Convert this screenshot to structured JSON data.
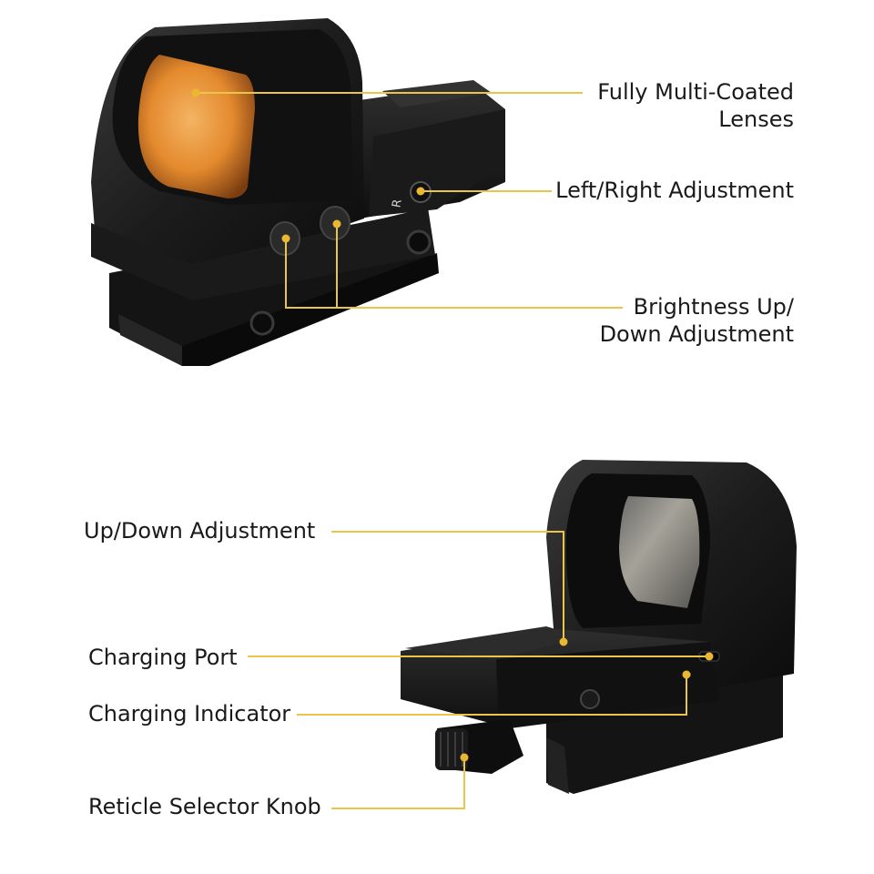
{
  "colors": {
    "callout_line": "#e9c64b",
    "callout_dot": "#e9b730",
    "label_text": "#1a1a1a",
    "sight_body": "#1e1e1e",
    "lens_tint": "#e7933a"
  },
  "callouts": {
    "lenses": {
      "line1": "Fully Multi-Coated",
      "line2": "Lenses"
    },
    "left_right": {
      "text": "Left/Right Adjustment"
    },
    "brightness": {
      "line1": "Brightness Up/",
      "line2": "Down Adjustment"
    },
    "up_down": {
      "text": "Up/Down Adjustment"
    },
    "charging_port": {
      "text": "Charging Port"
    },
    "charging_indicator": {
      "text": "Charging Indicator"
    },
    "reticle_knob": {
      "text": "Reticle Selector Knob"
    }
  }
}
